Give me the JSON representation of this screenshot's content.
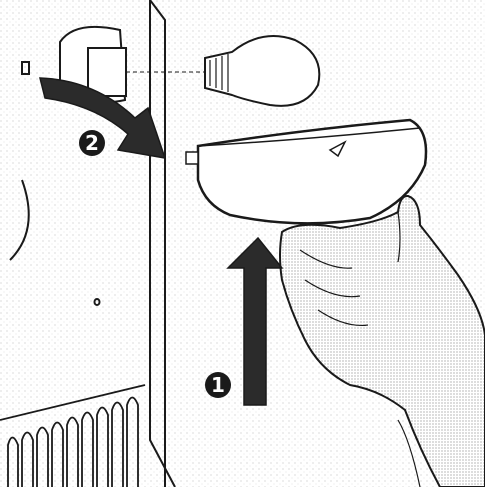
{
  "steps": [
    {
      "number": "1",
      "action": "lift-cover-up",
      "icon": "arrow-up-icon"
    },
    {
      "number": "2",
      "action": "pull-cover-out",
      "icon": "curved-arrow-icon"
    }
  ],
  "objects": {
    "bulb": "light-bulb-icon",
    "socket": "bulb-socket-icon",
    "cover": "light-cover",
    "hand": "gloved-hand-icon"
  },
  "colors": {
    "line": "#1a1a1a",
    "arrow": "#2b2b2b",
    "glove_shade": "#c8c8c8",
    "background": "#ffffff"
  }
}
